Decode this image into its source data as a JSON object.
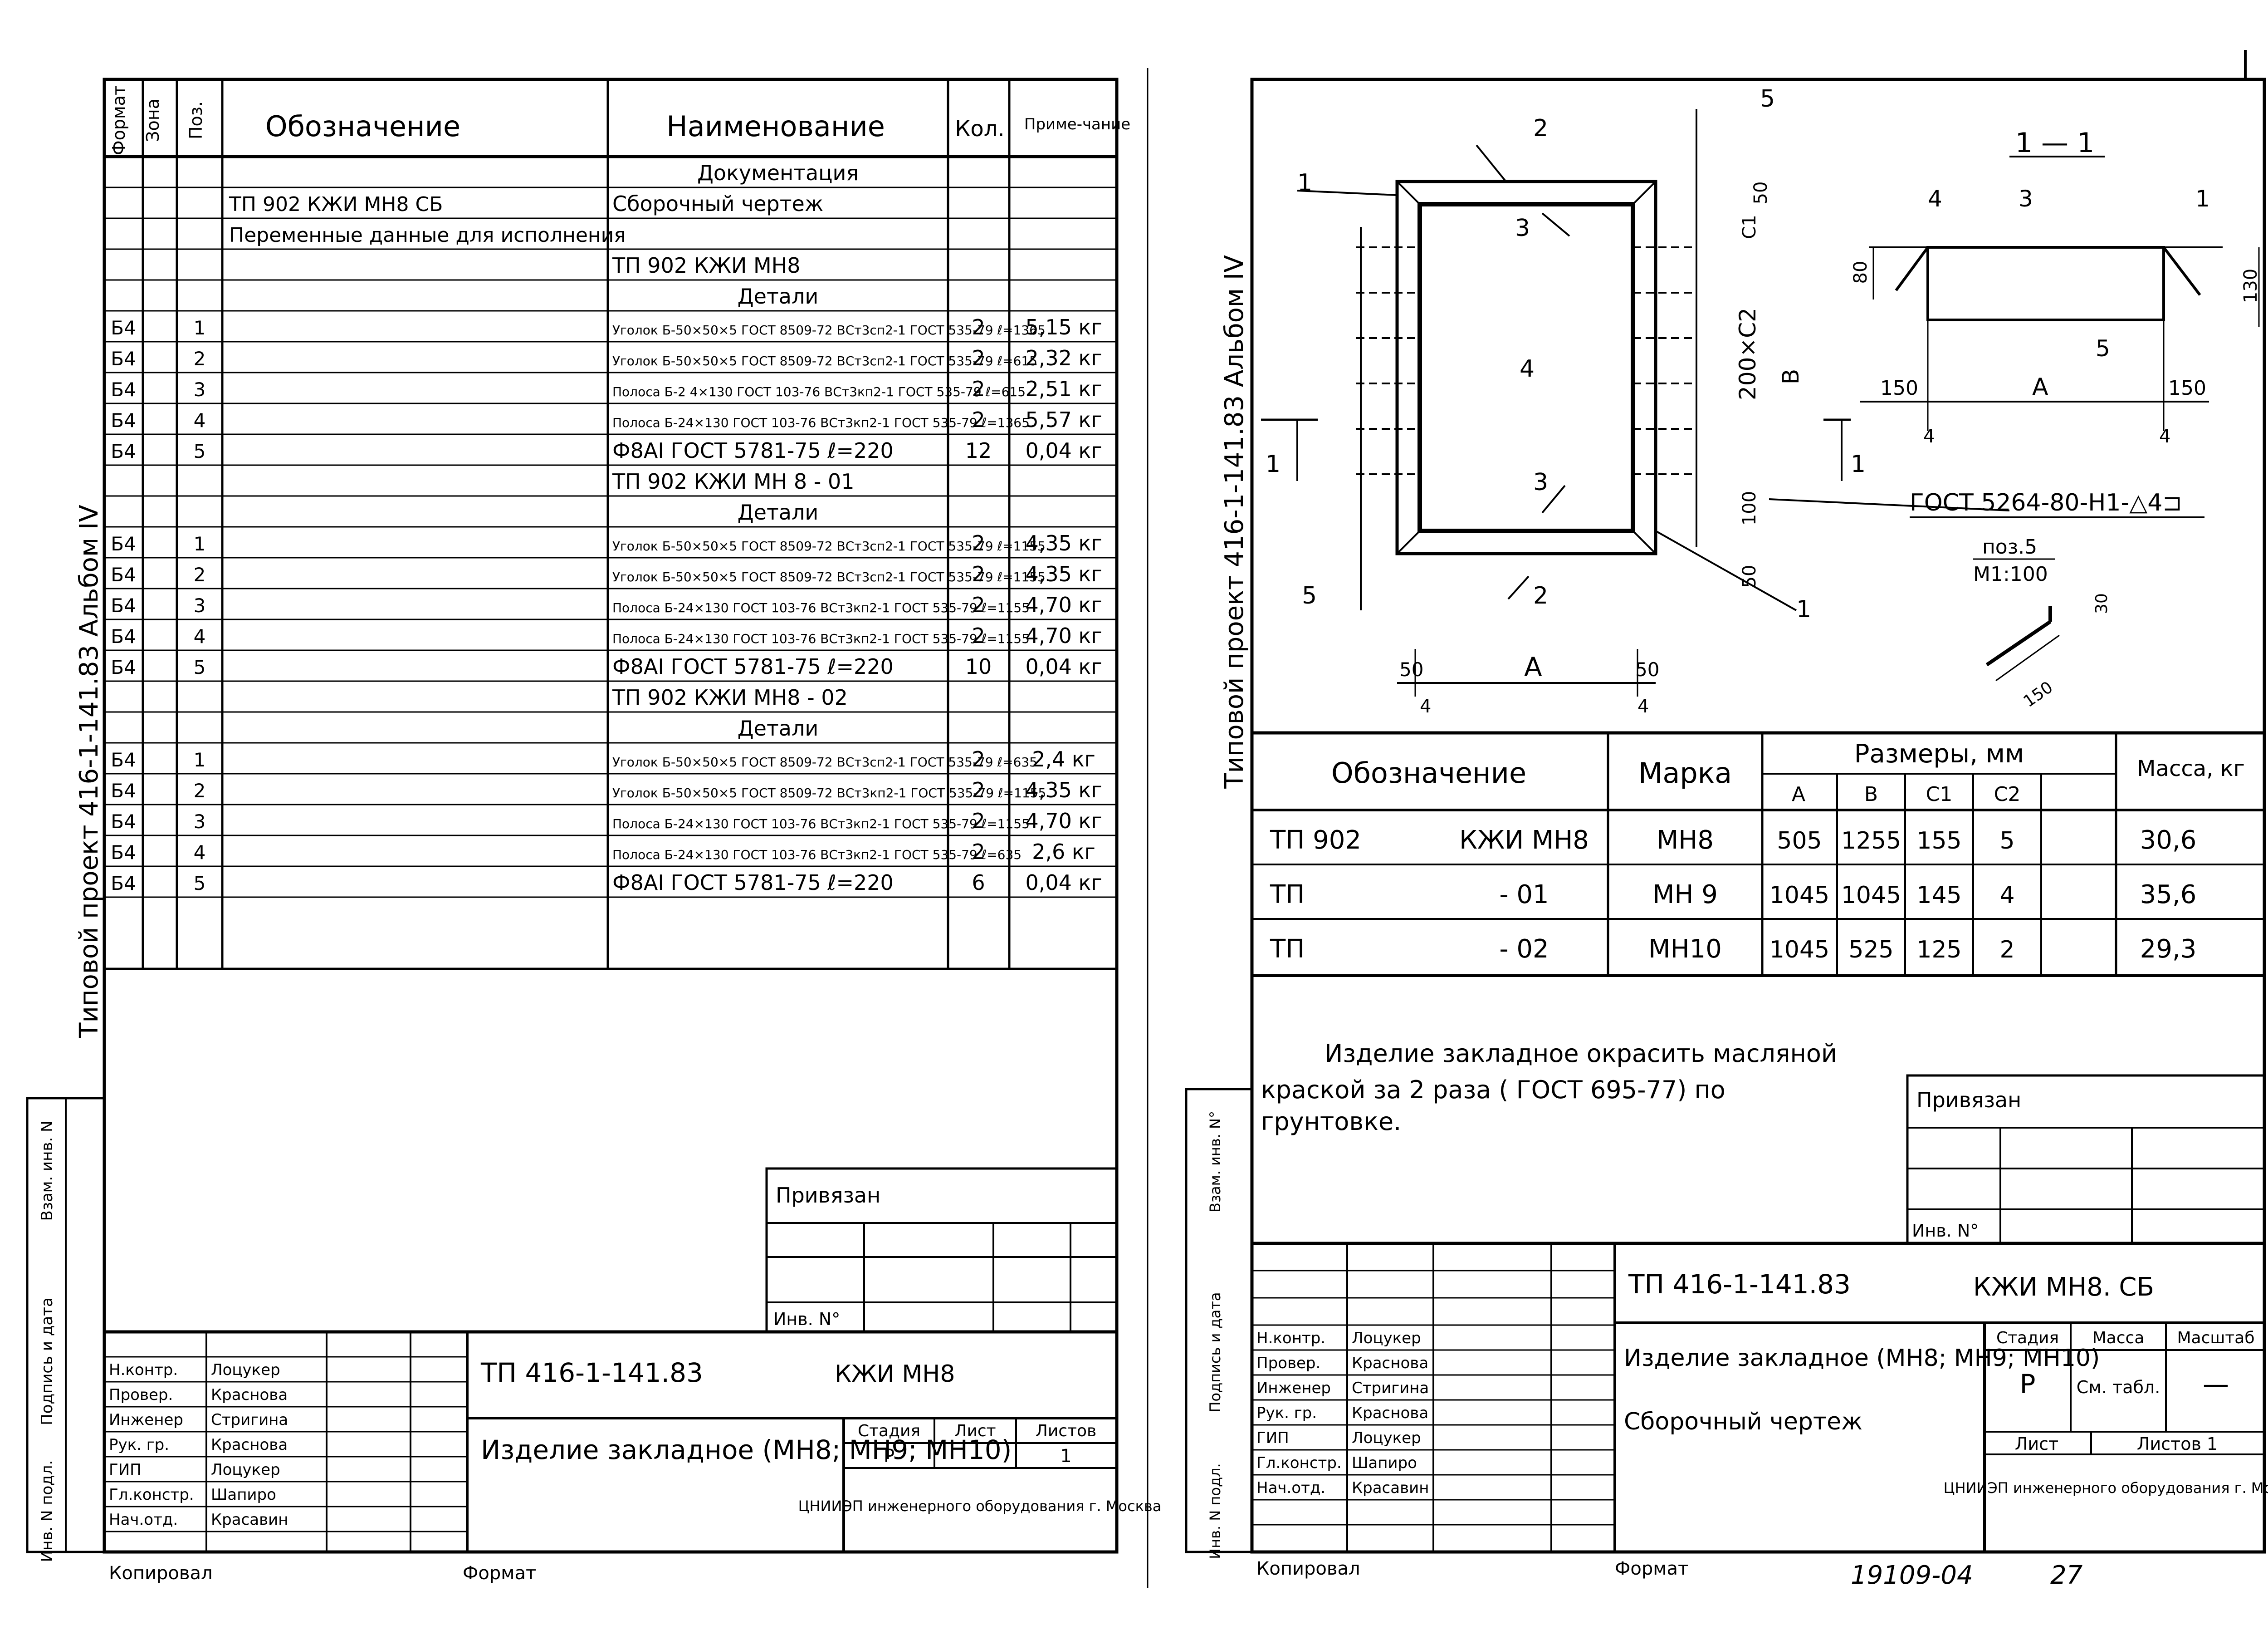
{
  "left_sheet": {
    "side_stamp": "Типовой  проект  416-1-141.83   Альбом IV",
    "left_margin_labels": [
      "Инв. N подл.",
      "Подпись и дата",
      "Взам. инв. N"
    ],
    "header": {
      "format": "Формат",
      "zone": "Зона",
      "pos": "Поз.",
      "designation": "Обозначение",
      "name": "Наименование",
      "qty": "Кол.",
      "note": "Приме-чание"
    },
    "rows": [
      {
        "fmt": "",
        "pos": "",
        "des": "",
        "name": "Документация",
        "qty": "",
        "note": ""
      },
      {
        "fmt": "",
        "pos": "",
        "des": "ТП 902      КЖИ МН8  СБ",
        "name": "Сборочный  чертеж",
        "qty": "",
        "note": ""
      },
      {
        "fmt": "",
        "pos": "",
        "des": "Переменные  данные  для исполнения",
        "name": "",
        "qty": "",
        "note": ""
      },
      {
        "fmt": "",
        "pos": "",
        "des": "",
        "name": "ТП 902     КЖИ  МН8",
        "qty": "",
        "note": ""
      },
      {
        "fmt": "",
        "pos": "",
        "des": "",
        "name": "Детали",
        "qty": "",
        "note": ""
      },
      {
        "fmt": "Б4",
        "pos": "1",
        "des": "",
        "name": "Уголок Б-50×50×5 ГОСТ 8509-72 ВСт3сп2-1 ГОСТ 535-79  ℓ=1365",
        "qty": "2",
        "note": "5,15 кг"
      },
      {
        "fmt": "Б4",
        "pos": "2",
        "des": "",
        "name": "Уголок Б-50×50×5 ГОСТ 8509-72 ВСт3сп2-1 ГОСТ 535-79  ℓ=615",
        "qty": "2",
        "note": "2,32 кг"
      },
      {
        "fmt": "Б4",
        "pos": "3",
        "des": "",
        "name": "Полоса Б-2 4×130 ГОСТ 103-76 ВСт3кп2-1 ГОСТ 535-79  ℓ=615",
        "qty": "2",
        "note": "2,51 кг"
      },
      {
        "fmt": "Б4",
        "pos": "4",
        "des": "",
        "name": "Полоса Б-24×130 ГОСТ 103-76 ВСт3кп2-1 ГОСТ 535-79  ℓ=1365",
        "qty": "2",
        "note": "5,57 кг"
      },
      {
        "fmt": "Б4",
        "pos": "5",
        "des": "",
        "name": "Ф8АI ГОСТ 5781-75   ℓ=220",
        "qty": "12",
        "note": "0,04 кг"
      },
      {
        "fmt": "",
        "pos": "",
        "des": "",
        "name": "ТП 902     КЖИ  МН 8 - 01",
        "qty": "",
        "note": ""
      },
      {
        "fmt": "",
        "pos": "",
        "des": "",
        "name": "Детали",
        "qty": "",
        "note": ""
      },
      {
        "fmt": "Б4",
        "pos": "1",
        "des": "",
        "name": "Уголок Б-50×50×5 ГОСТ 8509-72 ВСт3сп2-1 ГОСТ 535-79  ℓ=1155",
        "qty": "2",
        "note": "4,35 кг"
      },
      {
        "fmt": "Б4",
        "pos": "2",
        "des": "",
        "name": "Уголок Б-50×50×5 ГОСТ 8509-72 ВСт3сп2-1 ГОСТ 535-79  ℓ=1155",
        "qty": "2",
        "note": "4,35 кг"
      },
      {
        "fmt": "Б4",
        "pos": "3",
        "des": "",
        "name": "Полоса Б-24×130 ГОСТ 103-76 ВСт3кп2-1 ГОСТ 535-79  ℓ=1155",
        "qty": "2",
        "note": "4,70 кг"
      },
      {
        "fmt": "Б4",
        "pos": "4",
        "des": "",
        "name": "Полоса Б-24×130 ГОСТ 103-76 ВСт3кп2-1 ГОСТ 535-79  ℓ=1155",
        "qty": "2",
        "note": "4,70 кг"
      },
      {
        "fmt": "Б4",
        "pos": "5",
        "des": "",
        "name": "Ф8АI ГОСТ 5781-75   ℓ=220",
        "qty": "10",
        "note": "0,04 кг"
      },
      {
        "fmt": "",
        "pos": "",
        "des": "",
        "name": "ТП 902     КЖИ МН8 - 02",
        "qty": "",
        "note": ""
      },
      {
        "fmt": "",
        "pos": "",
        "des": "",
        "name": "Детали",
        "qty": "",
        "note": ""
      },
      {
        "fmt": "Б4",
        "pos": "1",
        "des": "",
        "name": "Уголок Б-50×50×5 ГОСТ 8509-72 ВСт3сп2-1 ГОСТ 535-79  ℓ=635",
        "qty": "2",
        "note": "2,4 кг"
      },
      {
        "fmt": "Б4",
        "pos": "2",
        "des": "",
        "name": "Уголок Б-50×50×5 ГОСТ 8509-72 ВСт3кп2-1 ГОСТ 535-79  ℓ=1155",
        "qty": "2",
        "note": "4,35 кг"
      },
      {
        "fmt": "Б4",
        "pos": "3",
        "des": "",
        "name": "Полоса Б-24×130 ГОСТ 103-76 ВСт3кп2-1 ГОСТ 535-79  ℓ=1155",
        "qty": "2",
        "note": "4,70 кг"
      },
      {
        "fmt": "Б4",
        "pos": "4",
        "des": "",
        "name": "Полоса Б-24×130 ГОСТ 103-76 ВСт3кп2-1 ГОСТ 535-79  ℓ=635",
        "qty": "2",
        "note": "2,6 кг"
      },
      {
        "fmt": "Б4",
        "pos": "5",
        "des": "",
        "name": "Ф8АI  ГОСТ 5781-75   ℓ=220",
        "qty": "6",
        "note": "0,04 кг"
      }
    ],
    "privyazan": "Привязан",
    "inv_no": "Инв. N°",
    "title_block": {
      "doc_code": "ТП 416-1-141.83",
      "mark": "КЖИ МН8",
      "title": "Изделие  закладное (МН8;  МН9;   МН10)",
      "stage_label": "Стадия",
      "sheet_label": "Лист",
      "sheets_label": "Листов",
      "stage": "Р",
      "sheet": "",
      "sheets": "1",
      "org": "ЦНИИЭП инженерного оборудования г. Москва",
      "roles": [
        "Н.контр.",
        "Провер.",
        "Инженер",
        "Рук. гр.",
        "ГИП",
        "Гл.констр.",
        "Нач.отд."
      ],
      "names": [
        "Лоцукер",
        "Краснова",
        "Стригина",
        "Краснова",
        "Лоцукер",
        "Шапиро",
        "Красавин"
      ]
    },
    "footer_copied": "Копировал",
    "footer_format": "Формат"
  },
  "right_sheet": {
    "side_stamp": "Типовой  проект  416-1-141.83   Альбом IV",
    "left_margin_labels": [
      "Инв. N подл.",
      "Подпись и дата",
      "Взам. инв. N°"
    ],
    "drawing": {
      "section_title": "1 — 1",
      "weld_note": "ГОСТ 5264-80-Н1-△4⊐",
      "pos5_caption": "поз.5",
      "pos5_scale": "М1:100",
      "dim_labels": [
        "5",
        "2",
        "1",
        "3",
        "4",
        "200×C2",
        "В",
        "C1",
        "50",
        "100",
        "50",
        "А",
        "50",
        "50",
        "4",
        "4",
        "1",
        "1",
        "3",
        "2",
        "5",
        "1"
      ],
      "section_labels": [
        "4",
        "3",
        "1",
        "80",
        "130",
        "150",
        "А",
        "150",
        "4",
        "4",
        "5"
      ],
      "pos5_dims": [
        "30",
        "150"
      ]
    },
    "dim_table": {
      "h_designation": "Обозначение",
      "h_mark": "Марка",
      "h_sizes": "Размеры, мм",
      "h_mass": "Масса, кг",
      "sub": [
        "А",
        "В",
        "C1",
        "C2"
      ],
      "rows": [
        {
          "des1": "ТП 902",
          "des2": "КЖИ МН8",
          "mark": "МН8",
          "A": "505",
          "B": "1255",
          "C1": "155",
          "C2": "5",
          "mass": "30,6"
        },
        {
          "des1": "ТП",
          "des2": "- 01",
          "mark": "МН 9",
          "A": "1045",
          "B": "1045",
          "C1": "145",
          "C2": "4",
          "mass": "35,6"
        },
        {
          "des1": "ТП",
          "des2": "- 02",
          "mark": "МН10",
          "A": "1045",
          "B": "525",
          "C1": "125",
          "C2": "2",
          "mass": "29,3"
        }
      ]
    },
    "note": [
      "Изделие  закладное  окрасить  масляной",
      "краской  за  2 раза ( ГОСТ 695-77)   по",
      "грунтовке."
    ],
    "privyazan": "Привязан",
    "inv_no": "Инв. N°",
    "title_block": {
      "doc_code": "ТП 416-1-141.83",
      "mark": "КЖИ МН8. СБ",
      "title": "Изделие  закладное (МН8; МН9;  МН10)",
      "subtitle": "Сборочный   чертеж",
      "stage_label": "Стадия",
      "mass_label": "Масса",
      "scale_label": "Масштаб",
      "stage": "Р",
      "mass": "См. табл.",
      "scale": "—",
      "sheet_label": "Лист",
      "sheets_label": "Листов 1",
      "org": "ЦНИИЭП инженерного оборудования г. Москва",
      "roles": [
        "Н.контр.",
        "Провер.",
        "Инженер",
        "Рук. гр.",
        "ГИП",
        "Гл.констр.",
        "Нач.отд."
      ],
      "names": [
        "Лоцукер",
        "Краснова",
        "Стригина",
        "Краснова",
        "Лоцукер",
        "Шапиро",
        "Красавин"
      ]
    },
    "footer_copied": "Копировал",
    "footer_format": "Формат",
    "footer_number": "19109-04",
    "footer_page": "27"
  }
}
